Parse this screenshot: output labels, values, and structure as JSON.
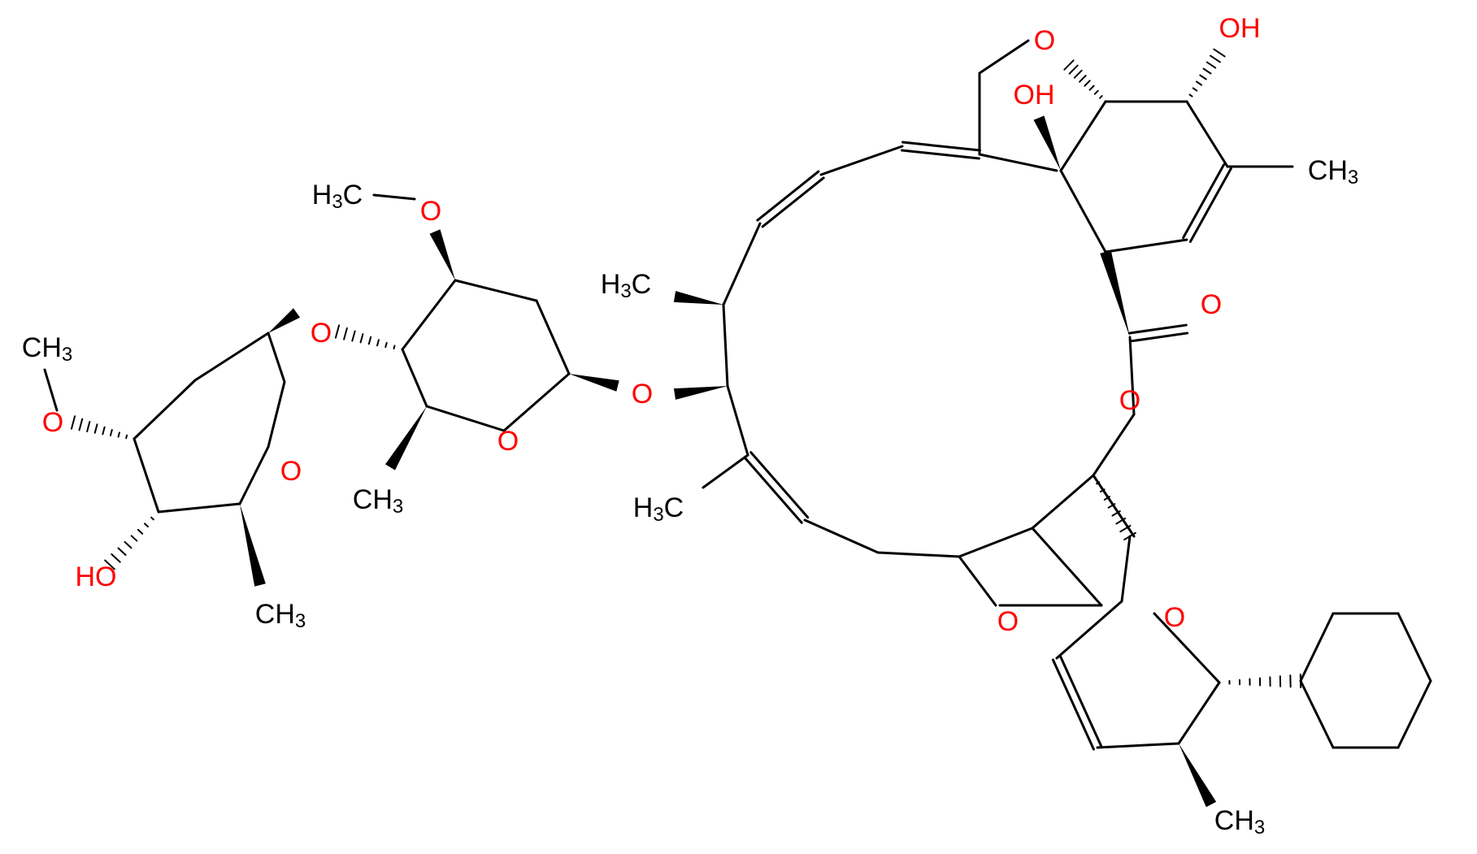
{
  "diagram": {
    "type": "skeletal-structure",
    "colors": {
      "bond": "#000000",
      "oxygen": "#ff0000",
      "carbon_label": "#000000",
      "background": "#ffffff"
    },
    "labels": {
      "h3c_methoxy_top": {
        "main": "H",
        "sub": "3",
        "tail": "C"
      },
      "o_methoxy_top": {
        "main": "O"
      },
      "ch3_methoxy_left": {
        "main": "CH",
        "sub": "3"
      },
      "o_methoxy_left": {
        "main": "O"
      },
      "o_glycosidic_1": {
        "main": "O"
      },
      "o_ring_sugar_1": {
        "main": "O"
      },
      "ho_sugar_1": {
        "main": "HO"
      },
      "ch3_sugar_1": {
        "main": "CH",
        "sub": "3"
      },
      "ch3_sugar_2": {
        "main": "CH",
        "sub": "3",
        "note": "drawn as C over H3"
      },
      "o_ring_sugar_2": {
        "main": "O"
      },
      "o_glycosidic_2": {
        "main": "O"
      },
      "h3c_macro_1": {
        "main": "H",
        "sub": "3",
        "tail": "C"
      },
      "h3c_macro_2": {
        "main": "H",
        "sub": "3",
        "tail": "C"
      },
      "o_furan": {
        "main": "O"
      },
      "oh_top": {
        "main": "OH"
      },
      "oh_mid": {
        "main": "OH"
      },
      "ch3_cyclohexene": {
        "main": "CH",
        "sub": "3"
      },
      "o_carbonyl": {
        "main": "O"
      },
      "o_ester": {
        "main": "O"
      },
      "o_spiro_1": {
        "main": "O"
      },
      "o_spiro_2": {
        "main": "O"
      },
      "ch3_bottom": {
        "main": "CH",
        "sub": "3"
      }
    }
  }
}
